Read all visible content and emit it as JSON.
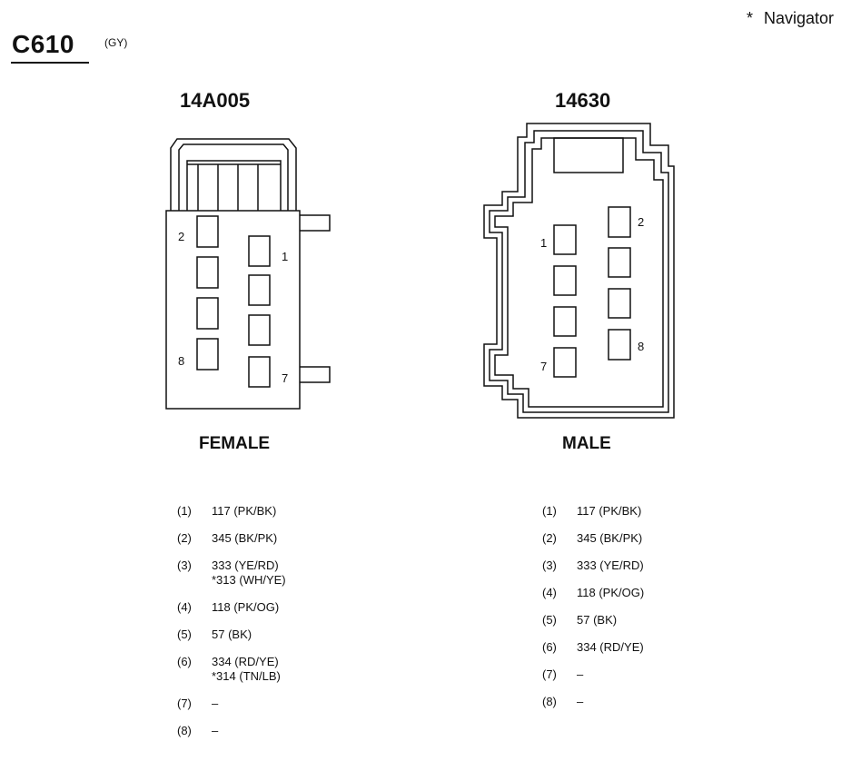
{
  "note": {
    "symbol": "*",
    "text": "Navigator"
  },
  "connector": {
    "id": "C610",
    "color_code": "(GY)"
  },
  "female": {
    "part": "14A005",
    "label": "FEMALE",
    "cavity_labels": [
      "2",
      "1",
      "8",
      "7"
    ],
    "pins": [
      {
        "num": "(1)",
        "wires": [
          "117 (PK/BK)"
        ]
      },
      {
        "num": "(2)",
        "wires": [
          "345 (BK/PK)"
        ]
      },
      {
        "num": "(3)",
        "wires": [
          "333 (YE/RD)",
          "*313 (WH/YE)"
        ]
      },
      {
        "num": "(4)",
        "wires": [
          "118 (PK/OG)"
        ]
      },
      {
        "num": "(5)",
        "wires": [
          "57 (BK)"
        ]
      },
      {
        "num": "(6)",
        "wires": [
          "334 (RD/YE)",
          "*314 (TN/LB)"
        ]
      },
      {
        "num": "(7)",
        "wires": [
          "–"
        ]
      },
      {
        "num": "(8)",
        "wires": [
          "–"
        ]
      }
    ]
  },
  "male": {
    "part": "14630",
    "label": "MALE",
    "cavity_labels": [
      "2",
      "1",
      "8",
      "7"
    ],
    "pins": [
      {
        "num": "(1)",
        "wires": [
          "117 (PK/BK)"
        ]
      },
      {
        "num": "(2)",
        "wires": [
          "345 (BK/PK)"
        ]
      },
      {
        "num": "(3)",
        "wires": [
          "333 (YE/RD)"
        ]
      },
      {
        "num": "(4)",
        "wires": [
          "118 (PK/OG)"
        ]
      },
      {
        "num": "(5)",
        "wires": [
          "57 (BK)"
        ]
      },
      {
        "num": "(6)",
        "wires": [
          "334 (RD/YE)"
        ]
      },
      {
        "num": "(7)",
        "wires": [
          "–"
        ]
      },
      {
        "num": "(8)",
        "wires": [
          "–"
        ]
      }
    ]
  }
}
